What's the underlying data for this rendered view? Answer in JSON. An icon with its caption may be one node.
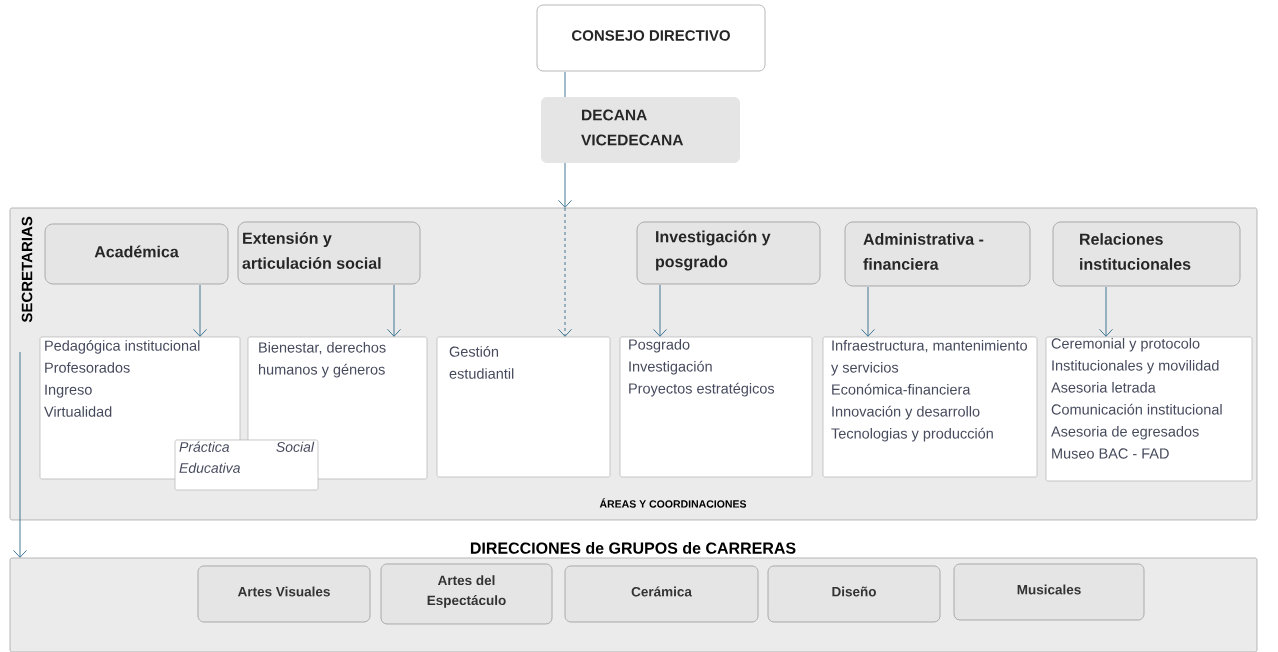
{
  "diagram": {
    "nodes": [
      {
        "text": [
          "CONSEJO DIRECTIVO"
        ]
      },
      {
        "text": [
          "DECANA VICEDECANA"
        ]
      },
      {
        "text": [
          "SECRETARIAS",
          "ÁREAS Y COORDINACIONES"
        ]
      },
      {
        "text": [
          "Académica"
        ],
        "in": 2
      },
      {
        "text": [
          "Extensión y articulación social"
        ],
        "in": 2
      },
      {
        "text": [
          "Investigación y posgrado"
        ],
        "in": 2
      },
      {
        "text": [
          "Administrativa - financiera"
        ],
        "in": 2
      },
      {
        "text": [
          "Relaciones institucionales"
        ],
        "in": 2
      },
      {
        "text": [
          "Pedagógica institucional",
          "Profesorados",
          "Ingreso",
          "Virtualidad"
        ],
        "in": 2
      },
      {
        "text": [
          "Práctica Social Educativa"
        ],
        "in": 2
      },
      {
        "text": [
          "Bienestar, derechos humanos y géneros"
        ],
        "in": 2
      },
      {
        "text": [
          "Gestión estudiantil"
        ],
        "in": 2
      },
      {
        "text": [
          "Posgrado",
          "Investigación",
          "Proyectos estratégicos"
        ],
        "in": 2
      },
      {
        "text": [
          "Infraestructura, mantenimiento y servicios",
          "Económica-financiera",
          "Innovación y desarrollo",
          "Tecnologias y producción"
        ],
        "in": 2
      },
      {
        "text": [
          "Ceremonial y protocolo",
          "Institucionales y movilidad",
          "Asesoria letrada",
          "Comunicación institucional",
          "Asesoria de egresados",
          "Museo BAC - FAD"
        ],
        "in": 2
      },
      {
        "text": [
          "DIRECCIONES de GRUPOS de CARRERAS"
        ]
      },
      {
        "text": [
          "Artes Visuales"
        ],
        "in": 15
      },
      {
        "text": [
          "Artes del Espectáculo"
        ],
        "in": 15
      },
      {
        "text": [
          "Cerámica"
        ],
        "in": 15
      },
      {
        "text": [
          "Diseño"
        ],
        "in": 15
      },
      {
        "text": [
          "Musicales"
        ],
        "in": 15
      }
    ],
    "edges": [
      {
        "from": 0,
        "to": 1,
        "arrow": "none"
      },
      {
        "from": 1,
        "to": 2,
        "arrow": "to"
      },
      {
        "from": 2,
        "to": 11,
        "arrow": "to",
        "style": "dashed"
      },
      {
        "from": 3,
        "to": 8,
        "arrow": "to"
      },
      {
        "from": 4,
        "to": 10,
        "arrow": "to"
      },
      {
        "from": 5,
        "to": 12,
        "arrow": "to"
      },
      {
        "from": 6,
        "to": 13,
        "arrow": "to"
      },
      {
        "from": 7,
        "to": 14,
        "arrow": "to"
      },
      {
        "from": 2,
        "to": 15,
        "arrow": "to"
      }
    ]
  }
}
